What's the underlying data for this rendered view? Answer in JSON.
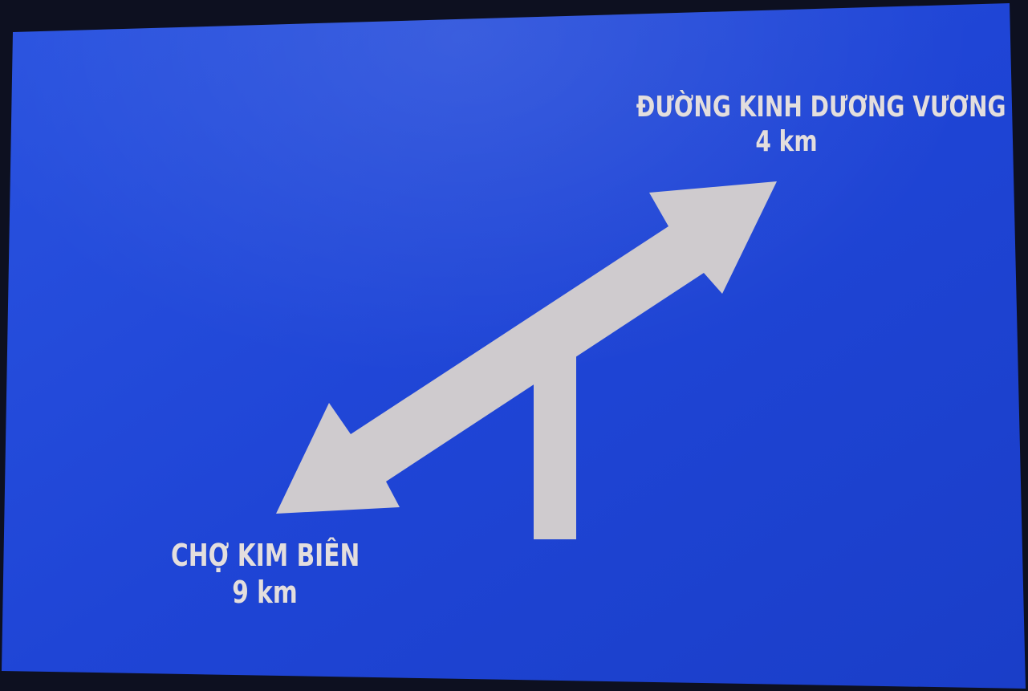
{
  "sign": {
    "colors": {
      "panel": "#1f45d4",
      "arrow": "#cfcbce",
      "text": "#e3dede"
    },
    "destinations": [
      {
        "name": "ĐƯỜNG KINH DƯƠNG VƯƠNG",
        "distance": "4 km",
        "direction": "up-right"
      },
      {
        "name": "CHỢ KIM BIÊN",
        "distance": "9 km",
        "direction": "down-left"
      }
    ],
    "icons": [
      "two-way-diagonal-arrow-icon",
      "side-road-stem-icon"
    ]
  }
}
